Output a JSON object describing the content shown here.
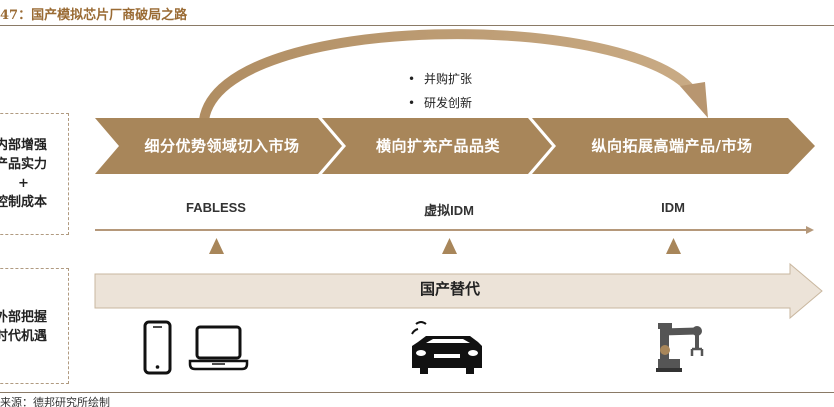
{
  "title": "47：国产模拟芯片厂商破局之路",
  "source": "来源：德邦研究所绘制",
  "bullets": [
    "并购扩张",
    "研发创新"
  ],
  "bullet_marker": "•",
  "chevrons": [
    "细分优势领域切入市场",
    "横向扩充产品品类",
    "纵向拓展高端产品/市场"
  ],
  "stages": [
    "FABLESS",
    "虚拟IDM",
    "IDM"
  ],
  "side_internal": {
    "line1": "内部增强",
    "line2": "产品实力",
    "line3": "+",
    "line4": "控制成本"
  },
  "side_external": {
    "line1": "外部把握",
    "line2": "时代机遇"
  },
  "big_arrow_label": "国产替代",
  "colors": {
    "brown": "#a8865a",
    "arc": "#c2a27a",
    "big_arrow": "#ece3d8",
    "big_arrow_edge": "#c9b79f"
  },
  "icons": [
    "smartphone-icon",
    "laptop-icon",
    "car-icon",
    "robot-arm-icon"
  ]
}
